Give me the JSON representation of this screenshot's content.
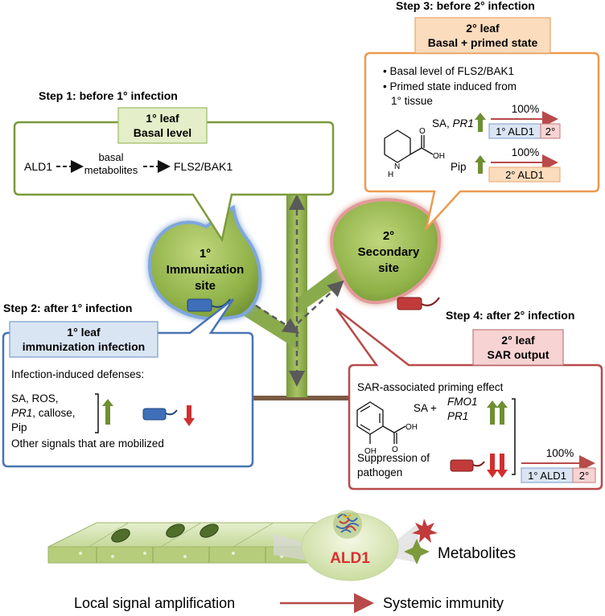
{
  "step1": {
    "heading": "Step 1: before 1°  infection",
    "box_line1": "1° leaf",
    "box_line2": "Basal level",
    "ald1": "ALD1",
    "basal": "basal",
    "metabolites": "metabolites",
    "fls2": "FLS2/BAK1"
  },
  "step2": {
    "heading": "Step 2: after 1° infection",
    "box_line1": "1° leaf",
    "box_line2": "immunization infection",
    "intro": "Infection-induced defenses:",
    "line1": "SA, ROS,",
    "line2_italic": "PR1",
    "line2_rest": ", callose,",
    "line3": "Pip",
    "footer": "Other signals that are mobilized"
  },
  "step3": {
    "heading": "Step 3: before 2° infection",
    "box_line1": "2° leaf",
    "box_line2": "Basal + primed state",
    "bullet1": "• Basal level of FLS2/BAK1",
    "bullet2a": "• Primed state induced from",
    "bullet2b": "1° tissue",
    "sa_label": "SA,",
    "pr1": "PR1",
    "pct1": "100%",
    "bar1_a": "1° ALD1",
    "bar1_b": "2°",
    "pip_label": "Pip",
    "pct2": "100%",
    "bar2": "2° ALD1",
    "chem_h": "H",
    "chem_n": "N",
    "chem_o": "O",
    "chem_oh": "OH"
  },
  "step4": {
    "heading": "Step 4: after 2° infection",
    "box_line1": "2° leaf",
    "box_line2": "SAR output",
    "intro": "SAR-associated priming effect",
    "sa_plus": "SA +",
    "fmo1": "FMO1",
    "pr1": "PR1",
    "supp1": "Suppression of",
    "supp2": "pathogen",
    "pct": "100%",
    "bar_a": "1° ALD1",
    "bar_b": "2°",
    "chem_oh1": "OH",
    "chem_o": "O",
    "chem_oh2": "OH"
  },
  "leaf1": {
    "line1": "1°",
    "line2": "Immunization",
    "line3": "site"
  },
  "leaf2": {
    "line1": "2°",
    "line2": "Secondary",
    "line3": "site"
  },
  "bottom": {
    "ald1": "ALD1",
    "metabolites": "Metabolites",
    "local": "Local signal amplification",
    "systemic": "Systemic immunity"
  },
  "colors": {
    "green": "#7d9a3c",
    "green_box": "#e4efc9",
    "blue": "#4a74b4",
    "blue_box": "#dae5f4",
    "orange": "#ec9a4f",
    "orange_box": "#fbdcbd",
    "red": "#b84a4a",
    "red_box": "#f7d3d3",
    "stem": "#86a64a"
  }
}
